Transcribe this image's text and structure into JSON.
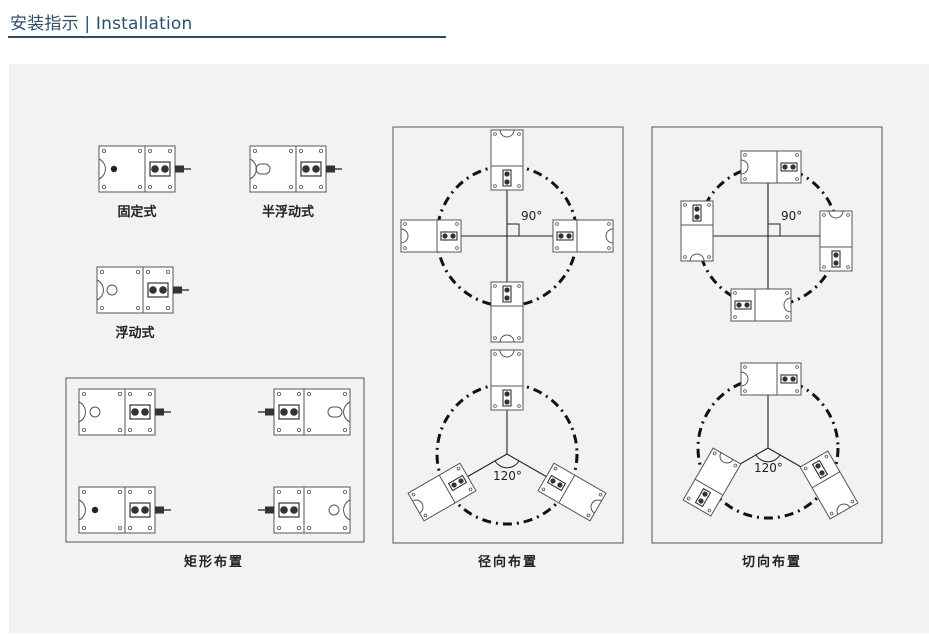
{
  "header": {
    "title": "安装指示 | Installation"
  },
  "mount_types": {
    "fixed": "固定式",
    "semi_floating": "半浮动式",
    "floating": "浮动式"
  },
  "layouts": {
    "rectangular": {
      "caption": "矩形布置"
    },
    "radial": {
      "caption": "径向布置",
      "angle_90": "90°",
      "angle_120": "120°"
    },
    "tangential": {
      "caption": "切向布置",
      "angle_90": "90°",
      "angle_120": "120°"
    }
  },
  "colors": {
    "header_rule": "#2e4a66",
    "header_text": "#2f4f6b",
    "panel_bg": "#f2f2f2",
    "line": "#333333"
  }
}
